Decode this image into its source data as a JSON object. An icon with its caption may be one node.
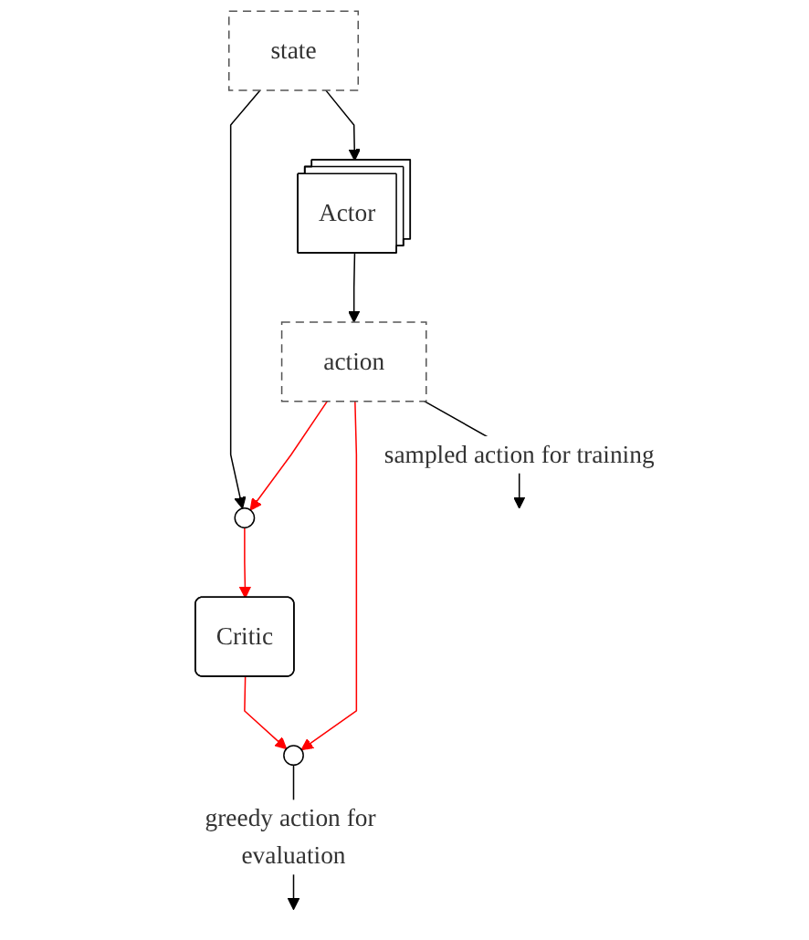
{
  "diagram": {
    "nodes": [
      {
        "text": [
          "state"
        ]
      },
      {
        "text": [
          "Actor"
        ]
      },
      {
        "text": [],
        "shape": "circle"
      },
      {
        "text": [
          "action"
        ]
      },
      {
        "text": [
          "Critic"
        ]
      },
      {
        "text": [],
        "shape": "circle"
      }
    ],
    "edges": [
      {
        "from": 0,
        "to": 2,
        "arrow": "to"
      },
      {
        "from": 0,
        "to": 1,
        "arrow": "to"
      },
      {
        "from": 1,
        "to": 3,
        "arrow": "to"
      },
      {
        "from": 3,
        "to": 2,
        "arrow": "to",
        "color": "#ff0000"
      },
      {
        "from": 2,
        "to": 4,
        "arrow": "to",
        "color": "#ff0000"
      },
      {
        "from": 3,
        "to": 5,
        "arrow": "to",
        "color": "#ff0000"
      },
      {
        "from": 4,
        "to": 5,
        "arrow": "to",
        "color": "#ff0000"
      },
      {
        "from": 5,
        "to": null,
        "arrow": "to",
        "label": "greedy action for evaluation"
      },
      {
        "from": 3,
        "to": null,
        "arrow": "to",
        "label": "sampled action for training"
      }
    ]
  }
}
